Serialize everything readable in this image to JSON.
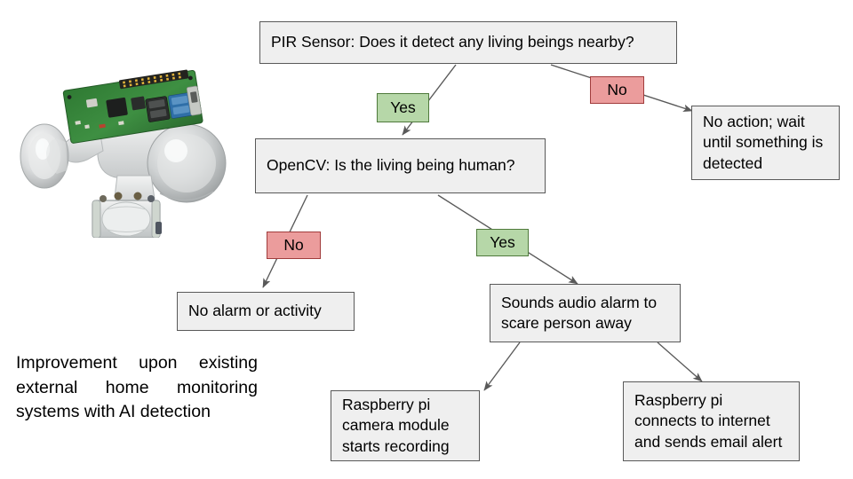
{
  "diagram": {
    "title_node": {
      "id": "pir-sensor-decision",
      "text": "PIR Sensor: Does it detect any living beings nearby?"
    },
    "nodes": [
      {
        "id": "opencv-decision",
        "text": "OpenCV: Is the living being human?"
      },
      {
        "id": "no-action-wait",
        "text": "No action; wait until something is detected"
      },
      {
        "id": "no-alarm-or-activity",
        "text": "No alarm or activity"
      },
      {
        "id": "sounds-audio-alarm",
        "text": "Sounds audio alarm to scare person away"
      },
      {
        "id": "camera-module-records",
        "text": "Raspberry pi camera module starts recording"
      },
      {
        "id": "email-alert",
        "text": "Raspberry pi connects to internet and sends email alert"
      }
    ],
    "edge_labels": {
      "pir_yes": "Yes",
      "pir_no": "No",
      "opencv_no": "No",
      "opencv_yes": "Yes"
    },
    "caption": "Improvement  upon  existing external  home  monitoring systems with AI detection",
    "colors": {
      "node_fill": "#efefef",
      "node_border": "#595959",
      "yes_fill": "#b6d7a8",
      "yes_border": "#4f7a3c",
      "no_fill": "#eb9c9c",
      "no_border": "#a13c3c",
      "arrow": "#595959",
      "background": "#ffffff"
    },
    "photo": {
      "alt": "Raspberry Pi board mounted on a white outdoor security floodlight with two lamp heads and a PIR motion sensor module"
    }
  }
}
